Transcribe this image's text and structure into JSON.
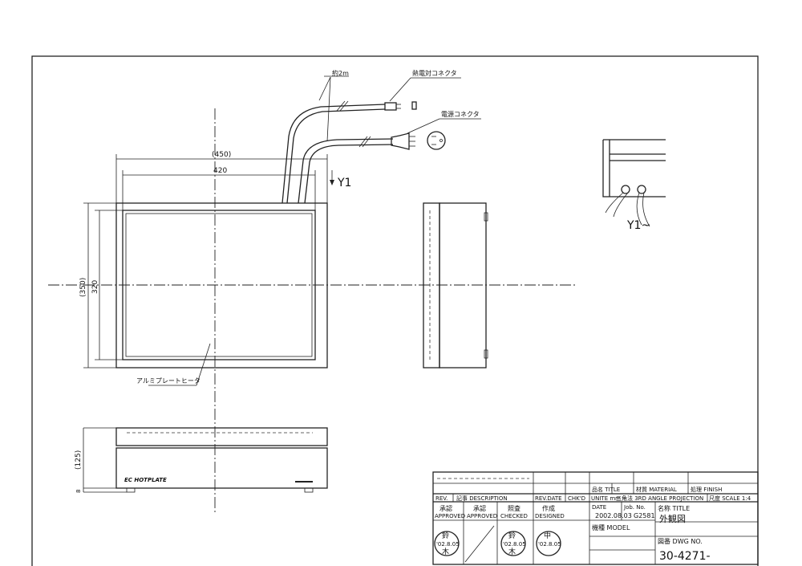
{
  "drawing": {
    "dim_width_overall": "(450)",
    "dim_width_plate": "420",
    "dim_depth_overall": "(350)",
    "dim_depth_plate": "320",
    "dim_height_overall": "(125)",
    "dim_foot": "8",
    "view_marker": "Y1",
    "view_label": "Y1~",
    "cable_length": "約2m",
    "thermocouple_connector": "熱電対コネクタ",
    "power_connector": "電源コネクタ",
    "plate_heater": "アルミプレートヒータ",
    "brand_label": "EC HOTPLATE"
  },
  "title_block": {
    "title_jp": "品名",
    "title_en": "TITLE",
    "material_jp": "材質",
    "material_en": "MATERIAL",
    "finish_jp": "処理",
    "finish_en": "FINISH",
    "rev": "REV.",
    "description": "記事 DESCRIPTION",
    "rev_date": "REV.DATE",
    "chkd": "CHK'D",
    "unite": "UNITE mm",
    "projection": "三角法 3RD ANGLE PROJECTION",
    "scale_label": "尺度 SCALE",
    "scale_value": "1:4",
    "approved1_jp": "承認",
    "approved1_en": "APPROVED",
    "approved2_jp": "承認",
    "approved2_en": "APPROVED",
    "checked_jp": "照査",
    "checked_en": "CHECKED",
    "designed_jp": "作成",
    "designed_en": "DESIGNED",
    "date_label": "DATE",
    "date_value": "2002.08.03",
    "job_label": "Job. No.",
    "job_value": "G2581",
    "name_jp": "名称",
    "name_en": "TITLE",
    "name_value": "外観図",
    "model_jp": "機種",
    "model_en": "MODEL",
    "dwg_jp": "図番",
    "dwg_en": "DWG NO.",
    "dwg_value": "30-4271-",
    "stamp_date_1": "'02.8.05",
    "stamp_date_2": "'02.8.05",
    "stamp_date_3": "'02.8.05",
    "stamp_char_1": "鈴",
    "stamp_char_2": "木",
    "stamp_char_3": "中"
  }
}
